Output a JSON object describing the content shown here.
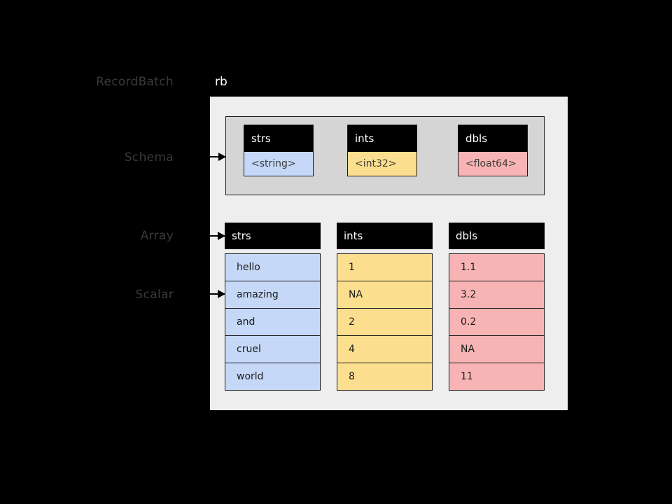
{
  "canvas": {
    "background": "#000000",
    "panel_background": "#eeeeee",
    "schema_background": "#d5d5d5",
    "header_background": "#000000",
    "header_text_color": "#ffffff",
    "label_color": "#3a3a3a"
  },
  "labels": {
    "recordbatch": "RecordBatch",
    "schema": "Schema",
    "array": "Array",
    "scalar": "Scalar"
  },
  "recordbatch": {
    "variable_name": "rb"
  },
  "schema": {
    "fields": [
      {
        "name": "strs",
        "type": "<string>",
        "color": "#c5d8f7"
      },
      {
        "name": "ints",
        "type": "<int32>",
        "color": "#fcdf8e"
      },
      {
        "name": "dbls",
        "type": "<float64>",
        "color": "#f8b4b4"
      }
    ]
  },
  "arrays": {
    "columns": [
      {
        "name": "strs",
        "color": "#c5d8f7",
        "values": [
          "hello",
          "amazing",
          "and",
          "cruel",
          "world"
        ]
      },
      {
        "name": "ints",
        "color": "#fcdf8e",
        "values": [
          "1",
          "NA",
          "2",
          "4",
          "8"
        ]
      },
      {
        "name": "dbls",
        "color": "#f8b4b4",
        "values": [
          "1.1",
          "3.2",
          "0.2",
          "NA",
          "11"
        ]
      }
    ]
  },
  "arrows": [
    {
      "name": "schema-arrow",
      "points_to": "schema"
    },
    {
      "name": "array-arrow",
      "points_to": "strs-array-header"
    },
    {
      "name": "scalar-arrow",
      "points_to": "amazing-cell"
    }
  ]
}
